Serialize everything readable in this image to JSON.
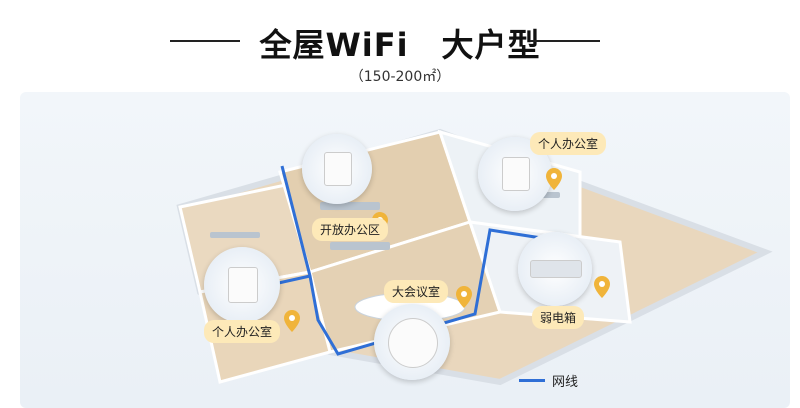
{
  "header": {
    "title": "全屋WiFi　大户型",
    "subtitle": "（150-200㎡）"
  },
  "rooms": {
    "office_right": "个人办公室",
    "open_office": "开放办公区",
    "office_left": "个人办公室",
    "meeting": "大会议室",
    "cabinet": "弱电箱"
  },
  "legend": {
    "network_cable": "网线"
  },
  "colors": {
    "cable": "#2f6fd6",
    "label_bg": "#fde9b8",
    "pin": "#f0b43a"
  }
}
